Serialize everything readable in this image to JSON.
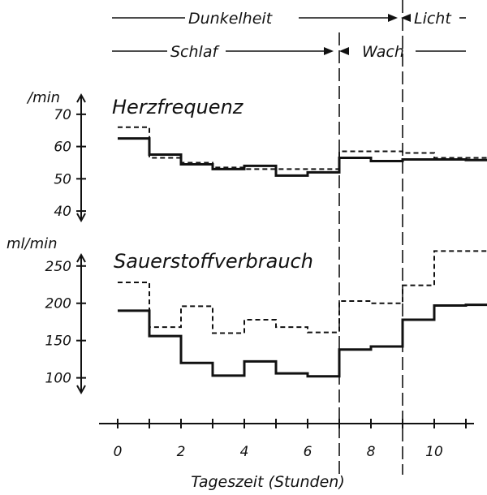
{
  "headers": {
    "dunkelheit": "Dunkelheit",
    "licht": "Licht",
    "schlaf": "Schlaf",
    "wach": "Wach"
  },
  "chart_data": [
    {
      "type": "line",
      "title": "Herzfrequenz",
      "ylabel": "/min",
      "ylim": [
        37,
        76
      ],
      "yticks": [
        70,
        60,
        50,
        40
      ],
      "series": [
        {
          "style": "solid",
          "x": [
            0,
            1,
            2,
            3,
            4,
            5,
            6,
            7,
            8,
            9,
            10,
            11
          ],
          "values": [
            62.5,
            57.5,
            54.5,
            53,
            54,
            51,
            52,
            56.5,
            55.5,
            56,
            56,
            55.8
          ]
        },
        {
          "style": "dashed",
          "x": [
            0,
            1,
            2,
            3,
            4,
            5,
            6,
            7,
            8,
            9,
            10,
            11
          ],
          "values": [
            66,
            56.5,
            55,
            53.5,
            53,
            53,
            53,
            58.5,
            58.5,
            58,
            56.5,
            56.5
          ]
        }
      ]
    },
    {
      "type": "line",
      "title": "Sauerstoffverbrauch",
      "ylabel": "ml/min",
      "ylim": [
        80,
        265
      ],
      "yticks": [
        250,
        200,
        150,
        100
      ],
      "series": [
        {
          "style": "solid",
          "x": [
            0,
            1,
            2,
            3,
            4,
            5,
            6,
            7,
            8,
            9,
            10,
            11
          ],
          "values": [
            190,
            156,
            120,
            103,
            122,
            106,
            102,
            138,
            142,
            178,
            197,
            198
          ]
        },
        {
          "style": "dashed",
          "x": [
            0,
            1,
            2,
            3,
            4,
            5,
            6,
            7,
            8,
            9,
            10,
            11
          ],
          "values": [
            228,
            168,
            196,
            160,
            178,
            168,
            161,
            203,
            200,
            224,
            270,
            270
          ]
        }
      ]
    }
  ],
  "xaxis": {
    "label": "Tageszeit (Stunden)",
    "xlim": [
      -0.5,
      11.5
    ],
    "ticks": [
      "0",
      "2",
      "4",
      "6",
      "8",
      "10"
    ],
    "tick_values": [
      0,
      2,
      4,
      6,
      8,
      10
    ],
    "sleep_end": 7,
    "dark_end": 9
  }
}
